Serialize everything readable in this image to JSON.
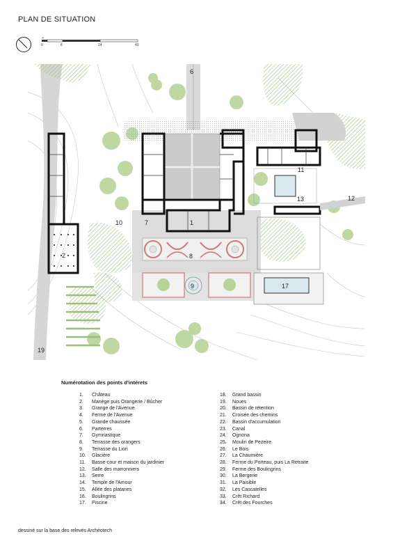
{
  "title": "PLAN DE SITUATION",
  "scale": {
    "unit": "m",
    "ticks": [
      "0",
      "8",
      "24",
      "40"
    ]
  },
  "plan_labels": [
    "6",
    "11",
    "12",
    "13",
    "7",
    "10",
    "1",
    "8",
    "2",
    "9",
    "17",
    "19"
  ],
  "legend_title": "Numérotation des points d'intérets",
  "legend_col1": [
    {
      "num": "1.",
      "text": "Château"
    },
    {
      "num": "2.",
      "text": "Manège puis Orangerie / Bûcher"
    },
    {
      "num": "3.",
      "text": "Grange de l'Avenue"
    },
    {
      "num": "4.",
      "text": "Ferme de l'Avenue"
    },
    {
      "num": "5.",
      "text": "Grande chaussée"
    },
    {
      "num": "6.",
      "text": "Parterres"
    },
    {
      "num": "7.",
      "text": "Gymnastique"
    },
    {
      "num": "8.",
      "text": "Terrasse des orangers"
    },
    {
      "num": "9.",
      "text": "Terrasse du Lion"
    },
    {
      "num": "10.",
      "text": "Glacière"
    },
    {
      "num": "11.",
      "text": "Basse-cour et maison du jardinier"
    },
    {
      "num": "12.",
      "text": "Salle des marronniers"
    },
    {
      "num": "13.",
      "text": "Serre"
    },
    {
      "num": "14.",
      "text": "Temple de l'Amour"
    },
    {
      "num": "15.",
      "text": "Allée des platanes"
    },
    {
      "num": "16.",
      "text": "Boulingrins"
    },
    {
      "num": "17.",
      "text": "Piscine"
    }
  ],
  "legend_col2": [
    {
      "num": "18.",
      "text": "Grand bassin"
    },
    {
      "num": "19.",
      "text": "Noues"
    },
    {
      "num": "20.",
      "text": "Bassin de rétention"
    },
    {
      "num": "21.",
      "text": "Croisée des chemins"
    },
    {
      "num": "22.",
      "text": "Bassin d'accumulation"
    },
    {
      "num": "23.",
      "text": "Canal"
    },
    {
      "num": "24.",
      "text": "Ognona"
    },
    {
      "num": "25.",
      "text": "Moulin de Pezeire"
    },
    {
      "num": "26.",
      "text": "Le Bois"
    },
    {
      "num": "27.",
      "text": "La Chaumière"
    },
    {
      "num": "28.",
      "text": "Ferme du Porteau, puis La Retraite"
    },
    {
      "num": "29.",
      "text": "Ferme des Boulingrins"
    },
    {
      "num": "30.",
      "text": "La Bergerie"
    },
    {
      "num": "31.",
      "text": "La Paisible"
    },
    {
      "num": "32.",
      "text": "Les Cascatelles"
    },
    {
      "num": "33.",
      "text": "Crêt Richard"
    },
    {
      "num": "34.",
      "text": "Crêt des Fourches"
    }
  ],
  "credit": "dessiné sur la base des relevés Archéotech",
  "colors": {
    "vegetation": "#a9c98a",
    "building": "#111111",
    "paving": "#cfcfcf",
    "water": "#d8e8ee",
    "parterre_accent": "#c97a7a"
  }
}
